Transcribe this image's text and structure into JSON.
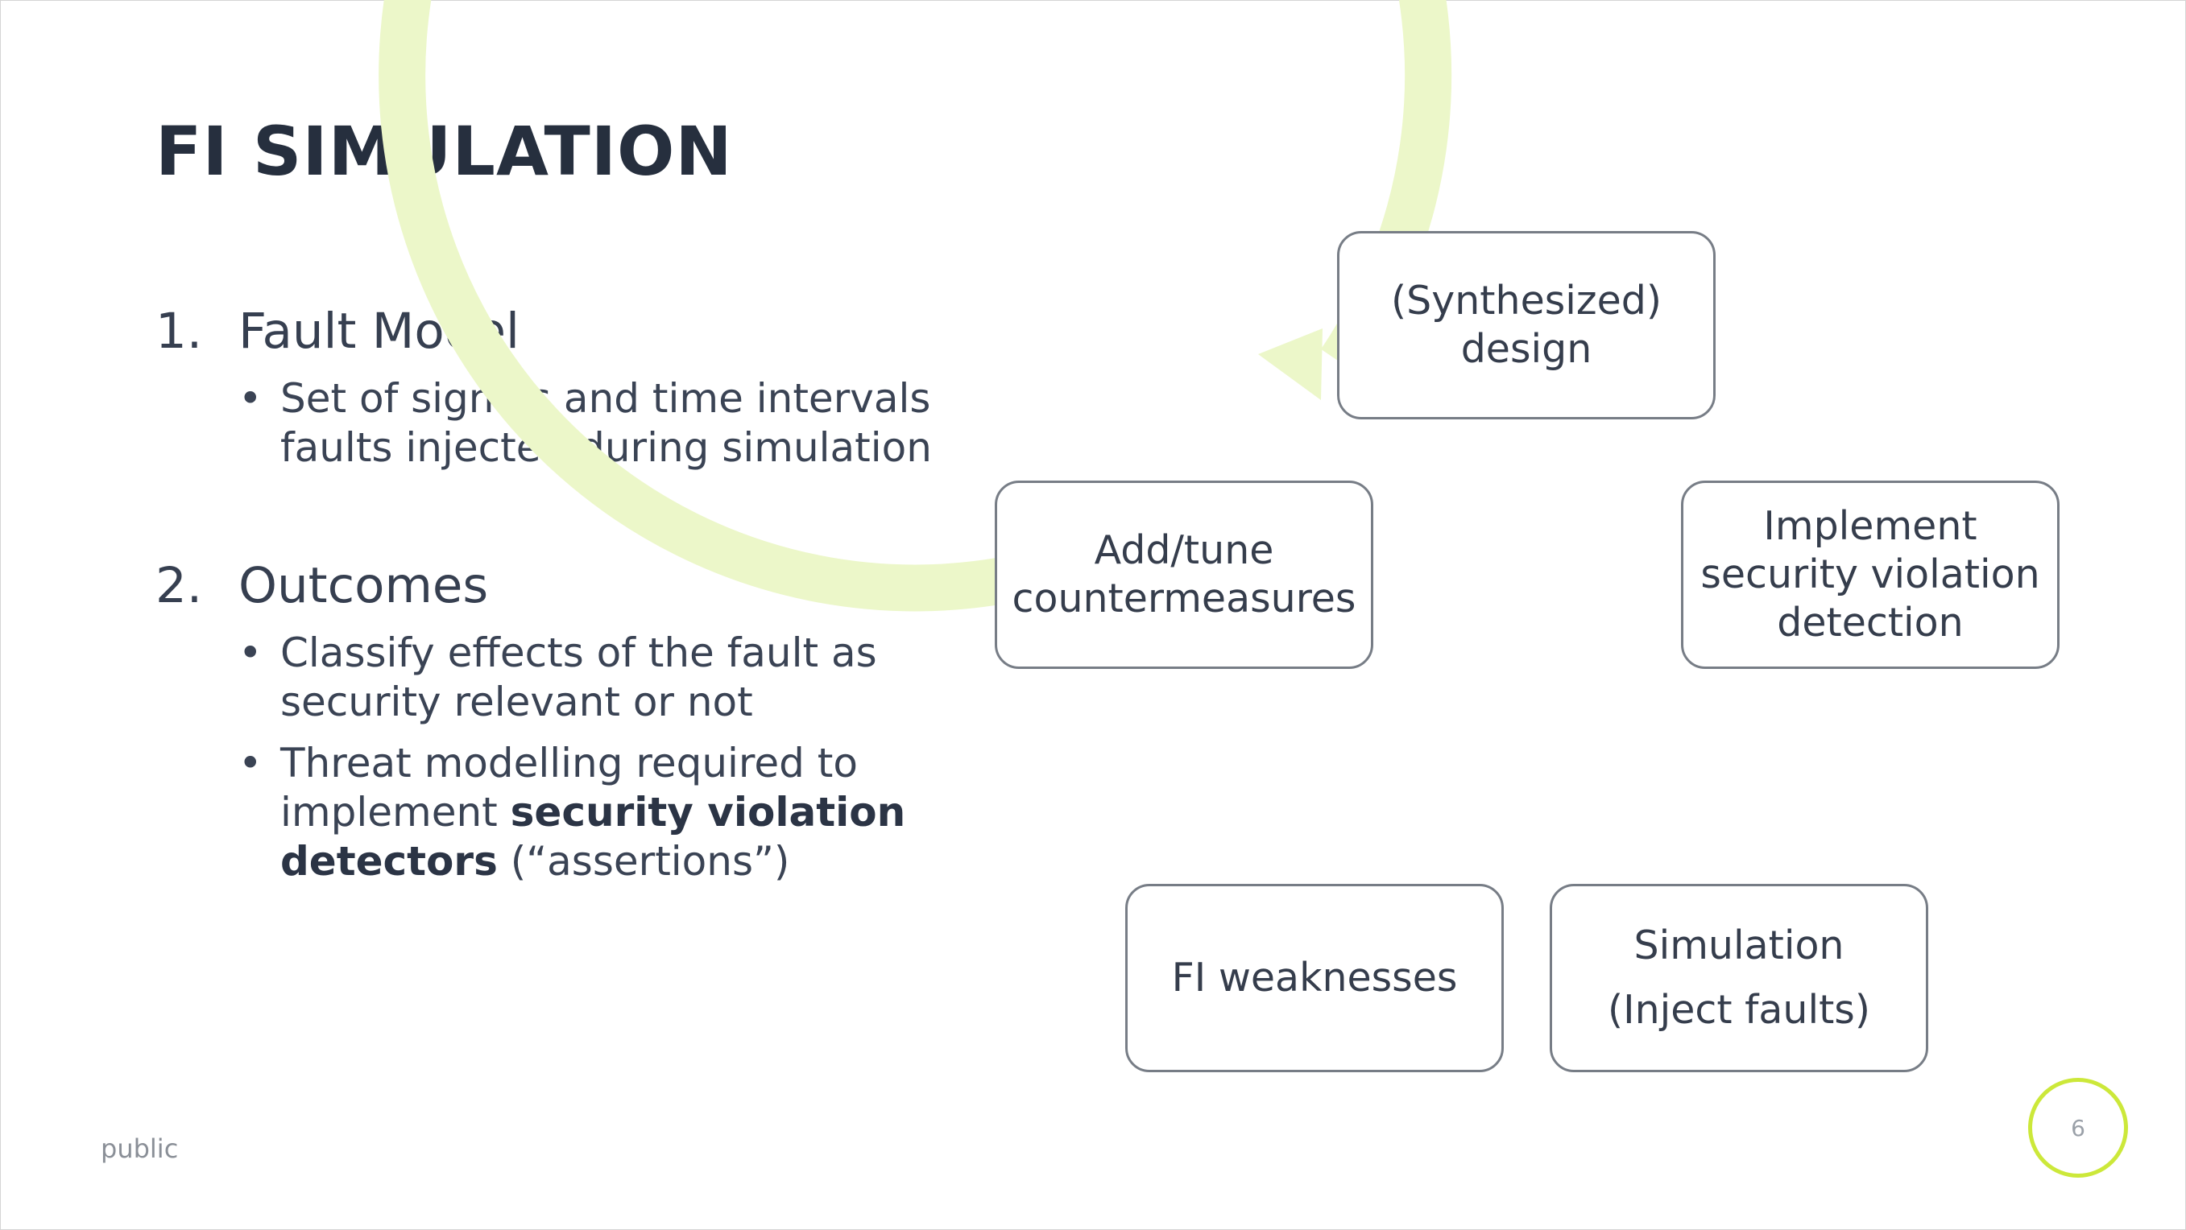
{
  "slide": {
    "title": "FI SIMULATION",
    "classification": "public",
    "page_number": "6",
    "accent_color": "#cce83a",
    "cycle_color": "#ecf7c9"
  },
  "list": [
    {
      "number": "1.",
      "heading": "Fault Model",
      "bullets": [
        {
          "marker": "•",
          "text": "Set of signals and time intervals faults injected during simulation"
        }
      ]
    },
    {
      "number": "2.",
      "heading": "Outcomes",
      "bullets": [
        {
          "marker": "•",
          "text": "Classify effects of the fault as security relevant or not"
        },
        {
          "marker": "•",
          "text_before": "Threat modelling required to implement ",
          "text_bold": "security violation detectors",
          "text_after": " (“assertions”)"
        }
      ]
    }
  ],
  "diagram": {
    "nodes": [
      {
        "id": "design",
        "label": "(Synthesized)\ndesign"
      },
      {
        "id": "detection",
        "label": "Implement\nsecurity violation\ndetection"
      },
      {
        "id": "simulation",
        "label": "Simulation\n(Inject faults)"
      },
      {
        "id": "weaknesses",
        "label": "FI weaknesses"
      },
      {
        "id": "countermeasures",
        "label": "Add/tune\ncountermeasures"
      }
    ]
  }
}
